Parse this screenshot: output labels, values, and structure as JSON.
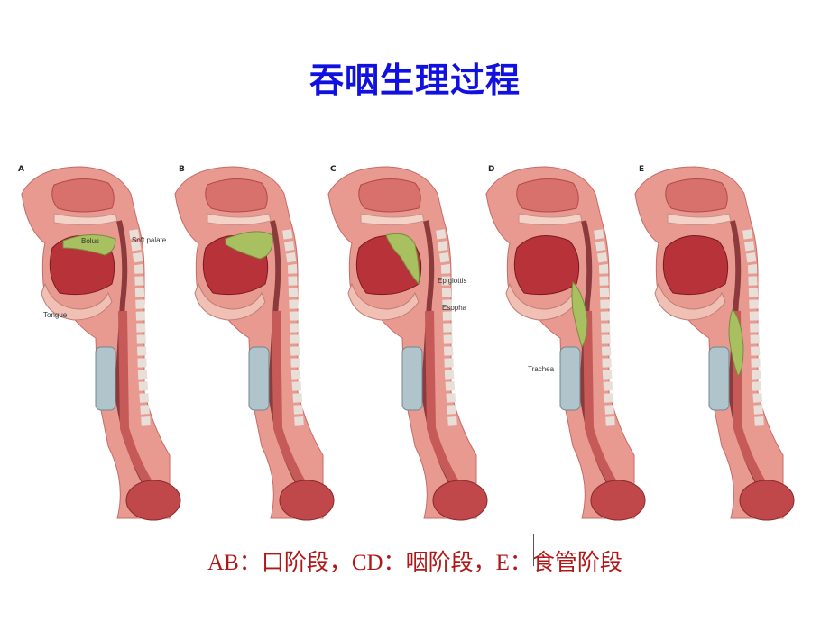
{
  "title": "吞咽生理过程",
  "caption": "AB：口阶段，CD：咽阶段，E：食管阶段",
  "panels": [
    {
      "letter": "A",
      "labels": {
        "bolus": "Bolus",
        "soft_palate": "Soft palate",
        "tongue": "Tongue"
      }
    },
    {
      "letter": "B",
      "labels": {}
    },
    {
      "letter": "C",
      "labels": {
        "epiglottis": "Epiglottis",
        "esophagus": "Esopha"
      }
    },
    {
      "letter": "D",
      "labels": {
        "trachea": "Trachea"
      }
    },
    {
      "letter": "E",
      "labels": {}
    }
  ],
  "colors": {
    "title": "#1010e0",
    "caption": "#b01818",
    "tissue": "#e89a90",
    "muscle": "#b8323a",
    "bolus": "#a8c060",
    "cartilage": "#b0c4cc"
  }
}
